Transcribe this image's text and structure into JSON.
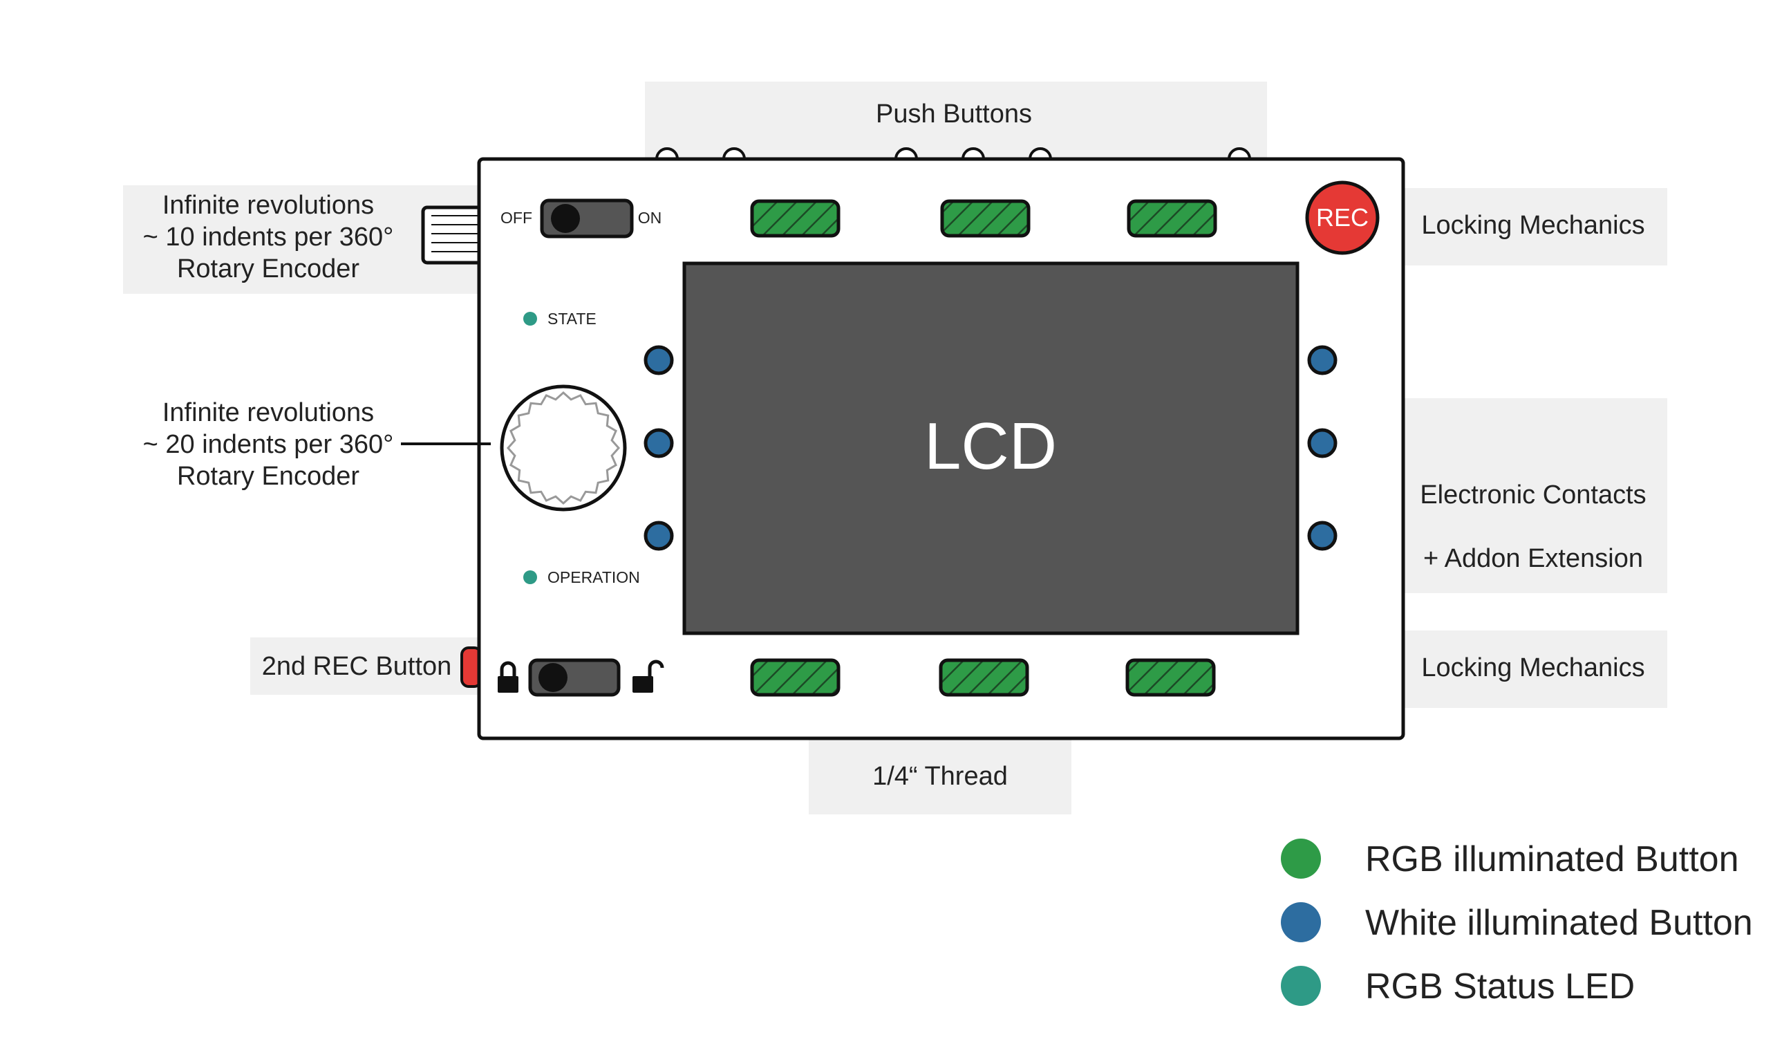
{
  "callouts": {
    "push_buttons": "Push Buttons",
    "encoder_top": [
      "Infinite revolutions",
      "~ 10 indents per 360°",
      "Rotary Encoder"
    ],
    "encoder_main": [
      "Infinite revolutions",
      "~ 20 indents per 360°",
      "Rotary Encoder"
    ],
    "rec2": "2nd REC Button",
    "lock_top": "Locking Mechanics",
    "lock_bottom": "Locking Mechanics",
    "contacts": [
      "Electronic Contacts",
      "+ Addon Extension"
    ],
    "thread": "1/4“ Thread"
  },
  "device": {
    "switch_off": "OFF",
    "switch_on": "ON",
    "rec_label": "REC",
    "lcd_label": "LCD",
    "state_label": "STATE",
    "operation_label": "OPERATION"
  },
  "legend": [
    {
      "label": "RGB illuminated Button",
      "color": "#2e9b47"
    },
    {
      "label": "White illuminated Button",
      "color": "#2d6da0"
    },
    {
      "label": "RGB Status LED",
      "color": "#2e9a86"
    }
  ],
  "colors": {
    "rgb_button": "#2e9b47",
    "white_button": "#2d6da0",
    "status_led": "#2e9a86",
    "rec": "#e53935",
    "lcd": "#555555",
    "callout_bg": "#f0f0f0"
  }
}
